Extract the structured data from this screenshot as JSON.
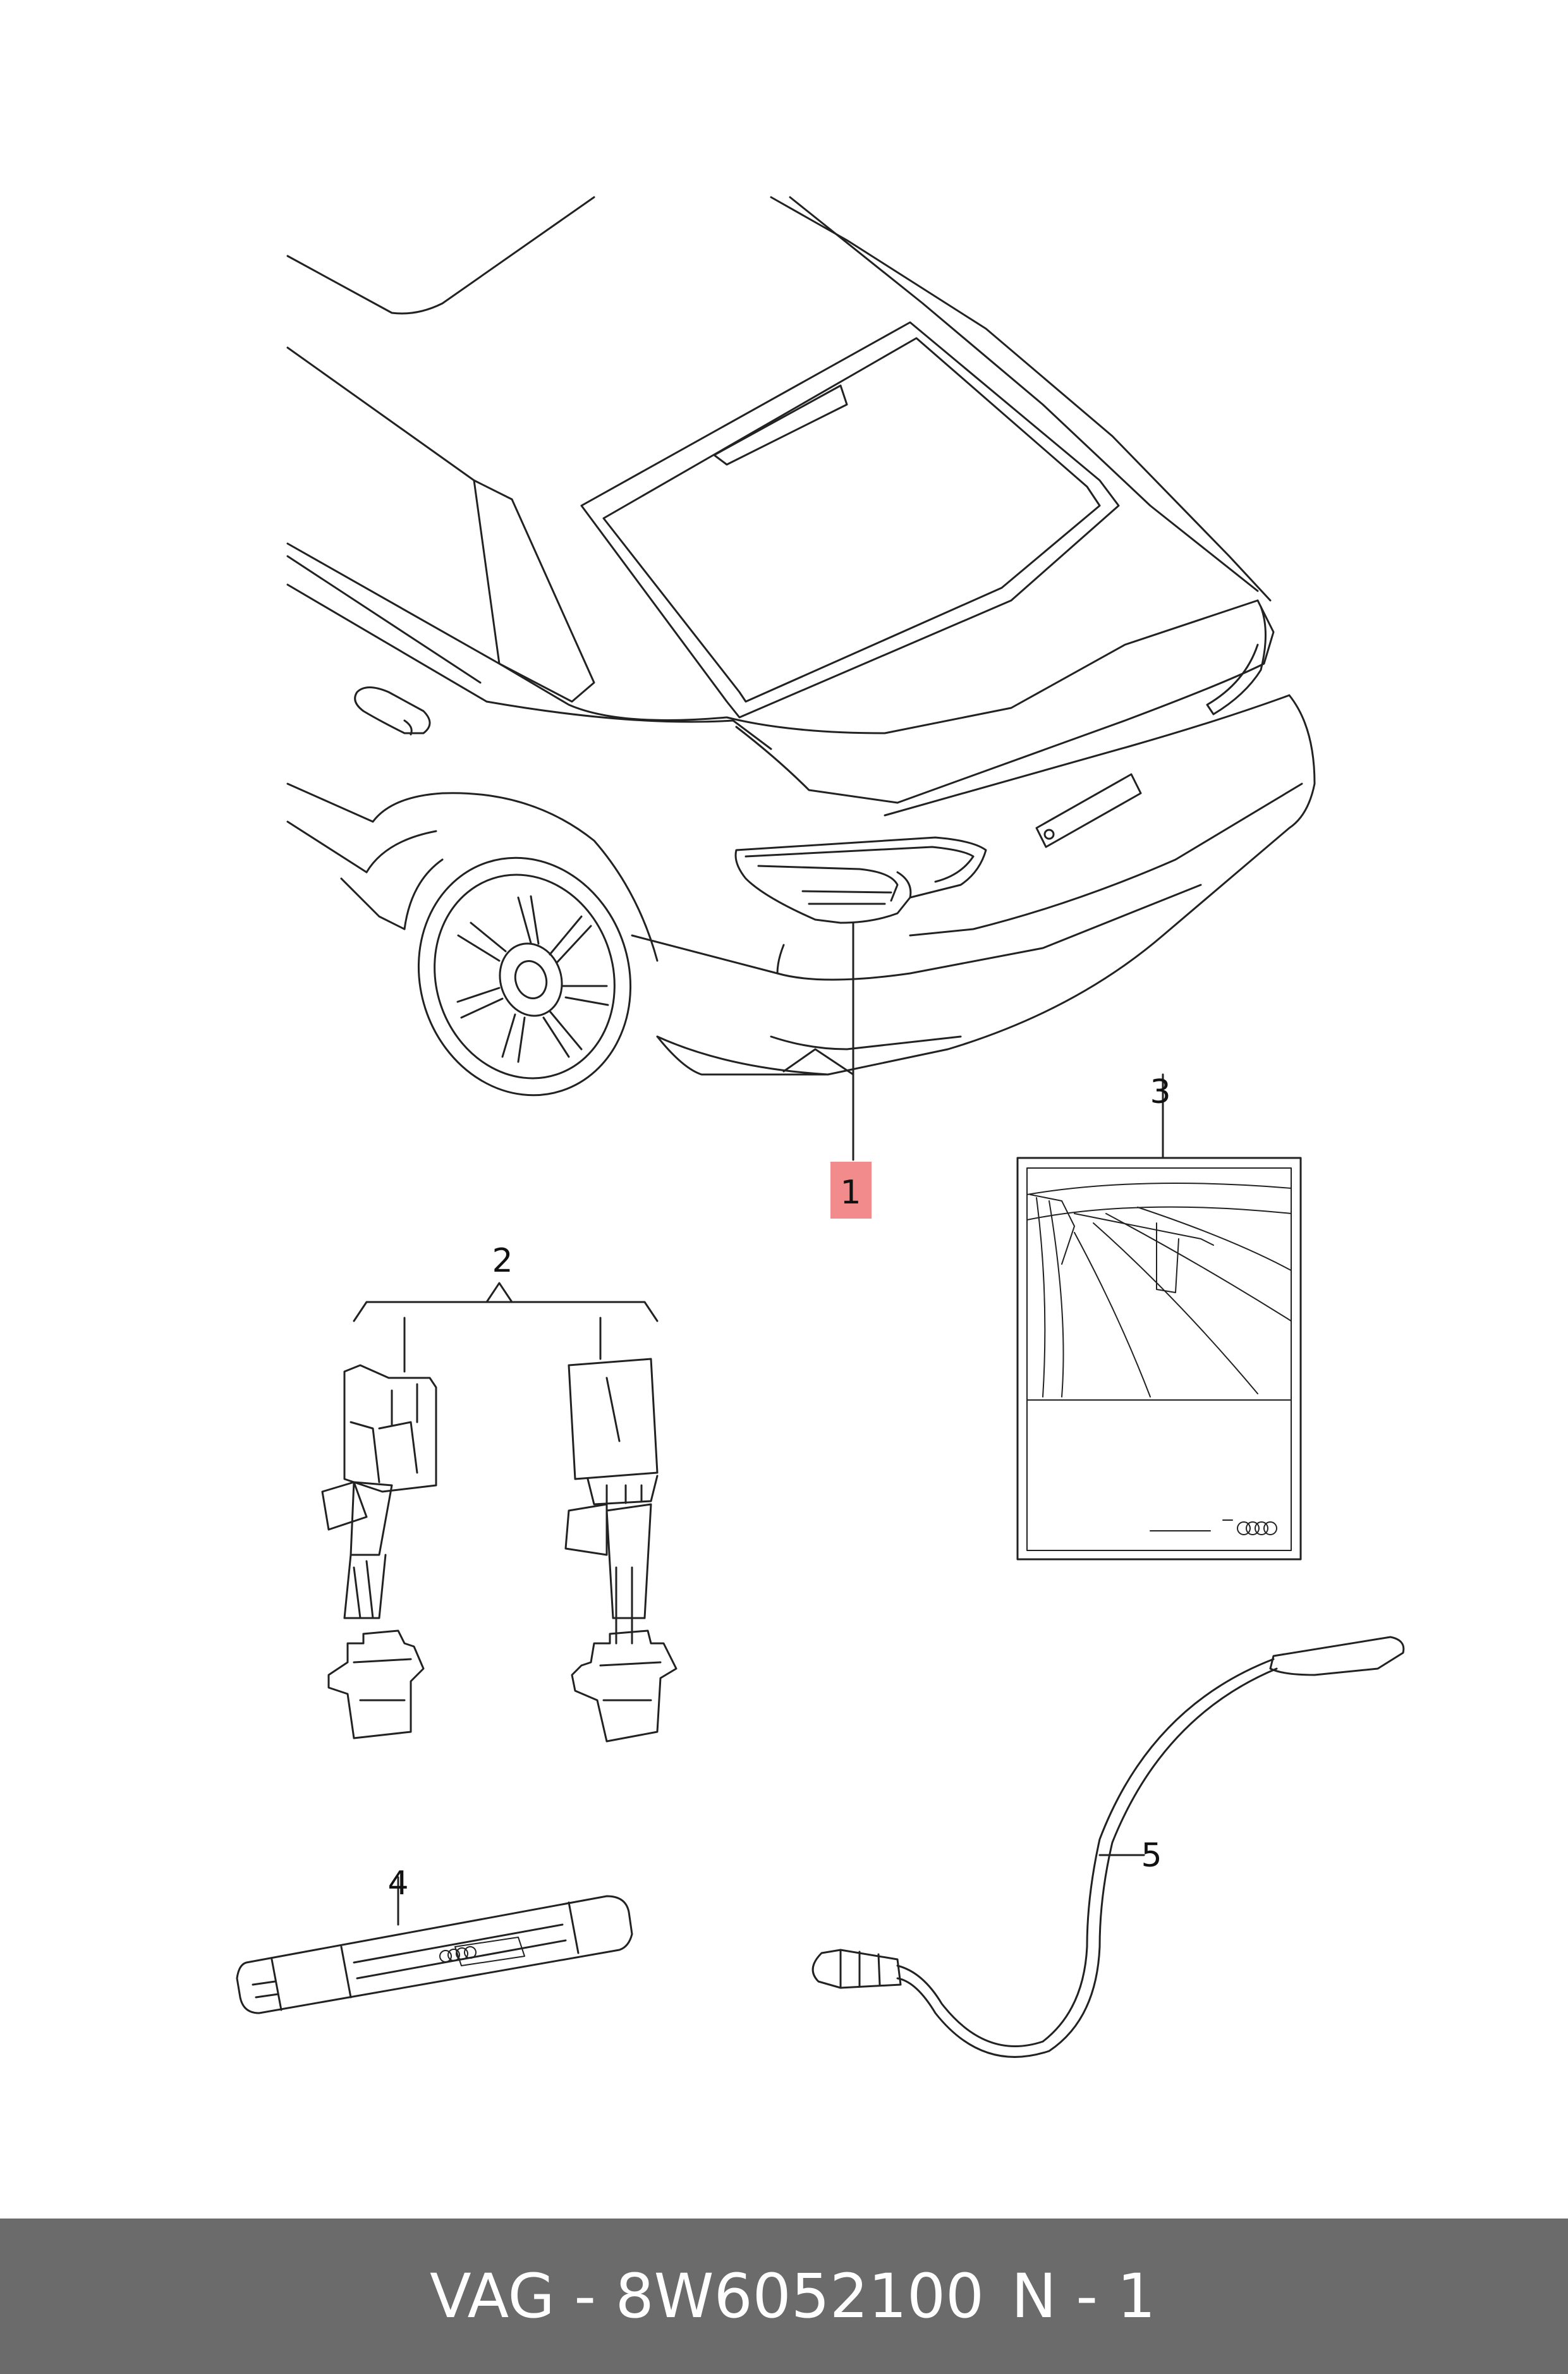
{
  "callouts": {
    "c1": "1",
    "c2": "2",
    "c3": "3",
    "c4": "4",
    "c5": "5"
  },
  "footer": {
    "part_number": "VAG - 8W6052100",
    "page": "N - 1"
  },
  "colors": {
    "line": "#222222",
    "highlight": "#f28b8b",
    "footer_bg": "#6b6b6b",
    "footer_text": "#ffffff"
  }
}
